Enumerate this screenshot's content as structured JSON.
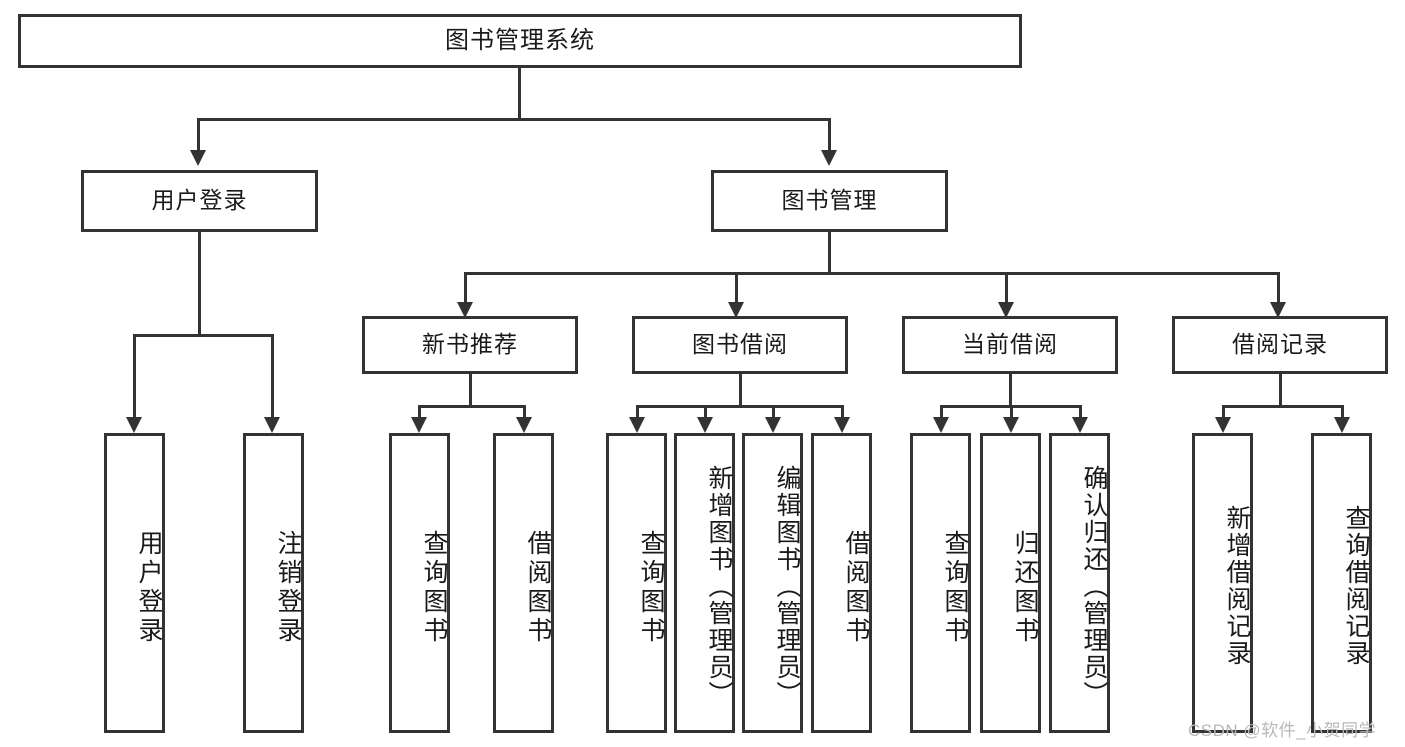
{
  "diagram": {
    "title": "图书管理系统",
    "type": "hierarchy-tree",
    "root": {
      "label": "图书管理系统"
    },
    "level2": [
      {
        "label": "用户登录"
      },
      {
        "label": "图书管理"
      }
    ],
    "level3": [
      {
        "label": "新书推荐"
      },
      {
        "label": "图书借阅"
      },
      {
        "label": "当前借阅"
      },
      {
        "label": "借阅记录"
      }
    ],
    "leaves": {
      "user_login": [
        {
          "label": "用户登录"
        },
        {
          "label": "注销登录"
        }
      ],
      "new_book_recommend": [
        {
          "label": "查询图书"
        },
        {
          "label": "借阅图书"
        }
      ],
      "book_borrow": [
        {
          "label": "查询图书"
        },
        {
          "label": "新增图书（管理员）"
        },
        {
          "label": "编辑图书（管理员）"
        },
        {
          "label": "借阅图书"
        }
      ],
      "current_borrow": [
        {
          "label": "查询图书"
        },
        {
          "label": "归还图书"
        },
        {
          "label": "确认归还（管理员）"
        }
      ],
      "borrow_record": [
        {
          "label": "新增借阅记录"
        },
        {
          "label": "查询借阅记录"
        }
      ]
    }
  },
  "watermark": {
    "text": "CSDN @软件_小贺同学"
  },
  "colors": {
    "stroke": "#333333",
    "text": "#1a1a1a",
    "background": "#ffffff",
    "watermark": "#b8b8b8"
  }
}
